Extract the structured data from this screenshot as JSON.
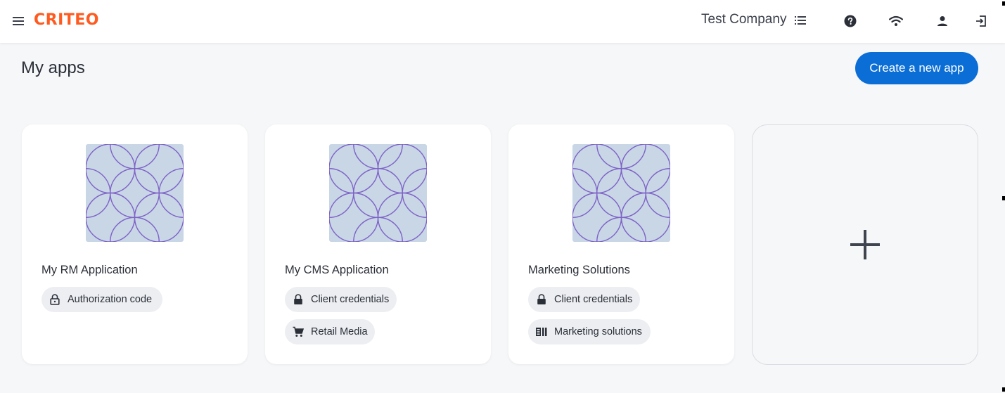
{
  "header": {
    "logo": "CRITEO",
    "company": "Test Company",
    "icons": [
      "menu-icon",
      "list-icon",
      "help-icon",
      "wifi-icon",
      "user-icon",
      "logout-icon"
    ]
  },
  "page": {
    "title": "My apps",
    "create_label": "Create a new app"
  },
  "apps": [
    {
      "name": "My RM Application",
      "chips": [
        {
          "label": "Authorization code",
          "icon": "lock-open-outline-icon"
        }
      ]
    },
    {
      "name": "My CMS Application",
      "chips": [
        {
          "label": "Client credentials",
          "icon": "lock-icon"
        },
        {
          "label": "Retail Media",
          "icon": "cart-icon"
        }
      ]
    },
    {
      "name": "Marketing Solutions",
      "chips": [
        {
          "label": "Client credentials",
          "icon": "lock-icon"
        },
        {
          "label": "Marketing solutions",
          "icon": "marketing-icon"
        }
      ]
    }
  ],
  "colors": {
    "brand": "#ff5a1f",
    "primary_button": "#0a6ed6",
    "pattern_bg": "#c8d6e6",
    "pattern_stroke": "#7e62c7"
  }
}
